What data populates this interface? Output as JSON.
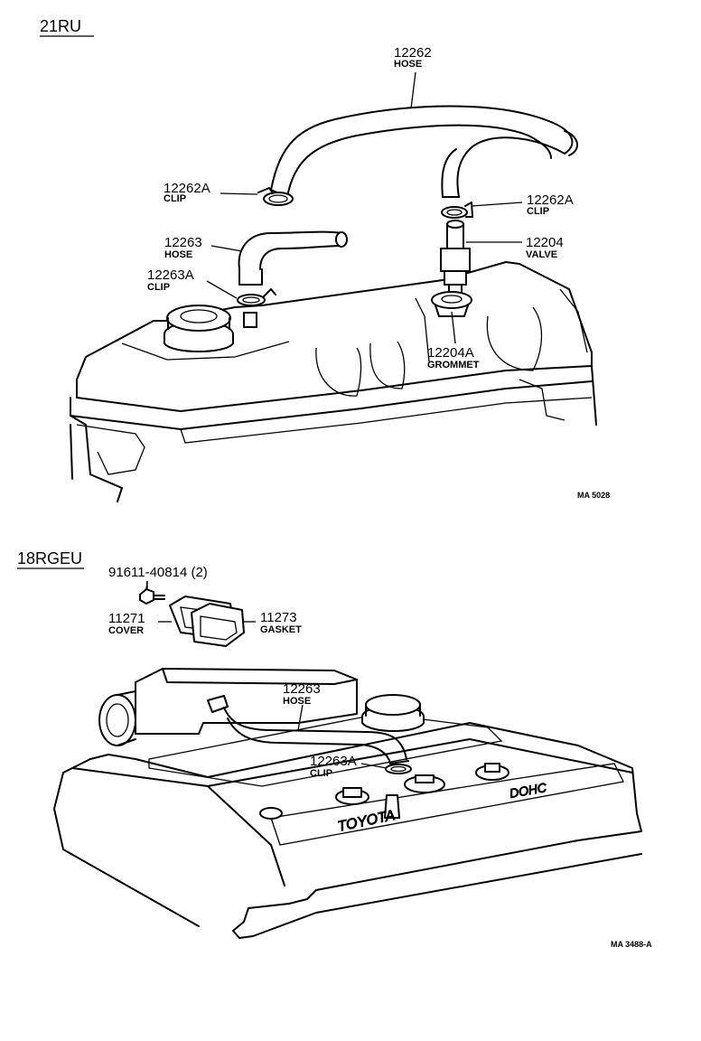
{
  "sections": {
    "top": {
      "title": "21RU",
      "code": "MA 5028"
    },
    "bottom": {
      "title": "18RGEU",
      "code": "MA 3488-A"
    }
  },
  "top_parts": {
    "hose_12262": {
      "num": "12262",
      "desc": "HOSE"
    },
    "clip_left": {
      "num": "12262A",
      "desc": "CLIP"
    },
    "clip_right": {
      "num": "12262A",
      "desc": "CLIP"
    },
    "hose_12263": {
      "num": "12263",
      "desc": "HOSE"
    },
    "clip_12263a": {
      "num": "12263A",
      "desc": "CLIP"
    },
    "valve": {
      "num": "12204",
      "desc": "VALVE"
    },
    "grommet": {
      "num": "12204A",
      "desc": "GROMMET"
    }
  },
  "bottom_parts": {
    "bolt": {
      "num": "91611-40814 (2)"
    },
    "cover": {
      "num": "11271",
      "desc": "COVER"
    },
    "gasket": {
      "num": "11273",
      "desc": "GASKET"
    },
    "hose": {
      "num": "12263",
      "desc": "HOSE"
    },
    "clip": {
      "num": "12263A",
      "desc": "CLIP"
    }
  }
}
